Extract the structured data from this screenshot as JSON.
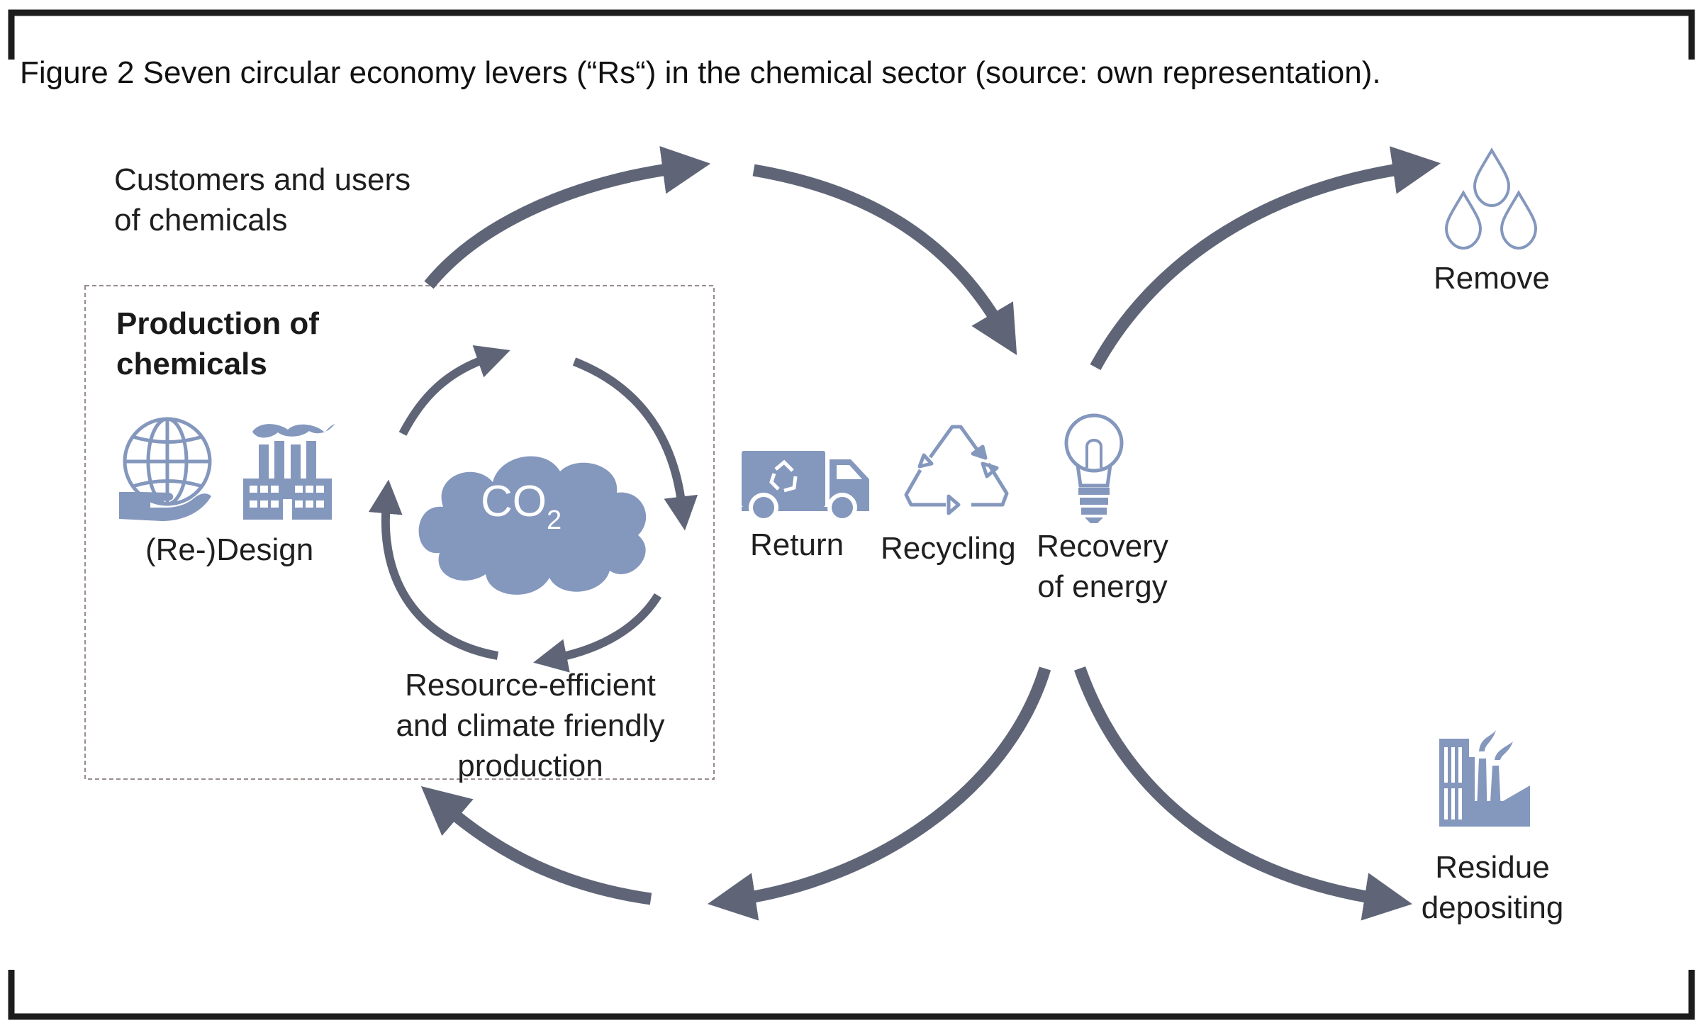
{
  "caption": "Figure 2 Seven circular economy levers (“Rs“) in the chemical sector (source: own representation).",
  "labels": {
    "customers": [
      "Customers and users",
      "of chemicals"
    ],
    "production": [
      "Production of",
      "chemicals"
    ],
    "redesign": "(Re-)Design",
    "co2": "CO",
    "co2_sub": "2",
    "resource_efficient": [
      "Resource-efficient",
      "and climate friendly",
      "production"
    ],
    "return": "Return",
    "recycling": "Recycling",
    "recovery": [
      "Recovery",
      "of energy"
    ],
    "remove": "Remove",
    "residue": [
      "Residue",
      "depositing"
    ]
  },
  "icons": [
    "globe-hand-icon",
    "factory-icon",
    "co2-cloud-icon",
    "truck-icon",
    "recycle-icon",
    "lightbulb-icon",
    "droplets-icon",
    "industrial-building-icon"
  ],
  "colors": {
    "arrow": "#5f6577",
    "icon": "#8497bd",
    "frame": "#1c1c1c",
    "dashed_box": "#9a8c8c"
  }
}
